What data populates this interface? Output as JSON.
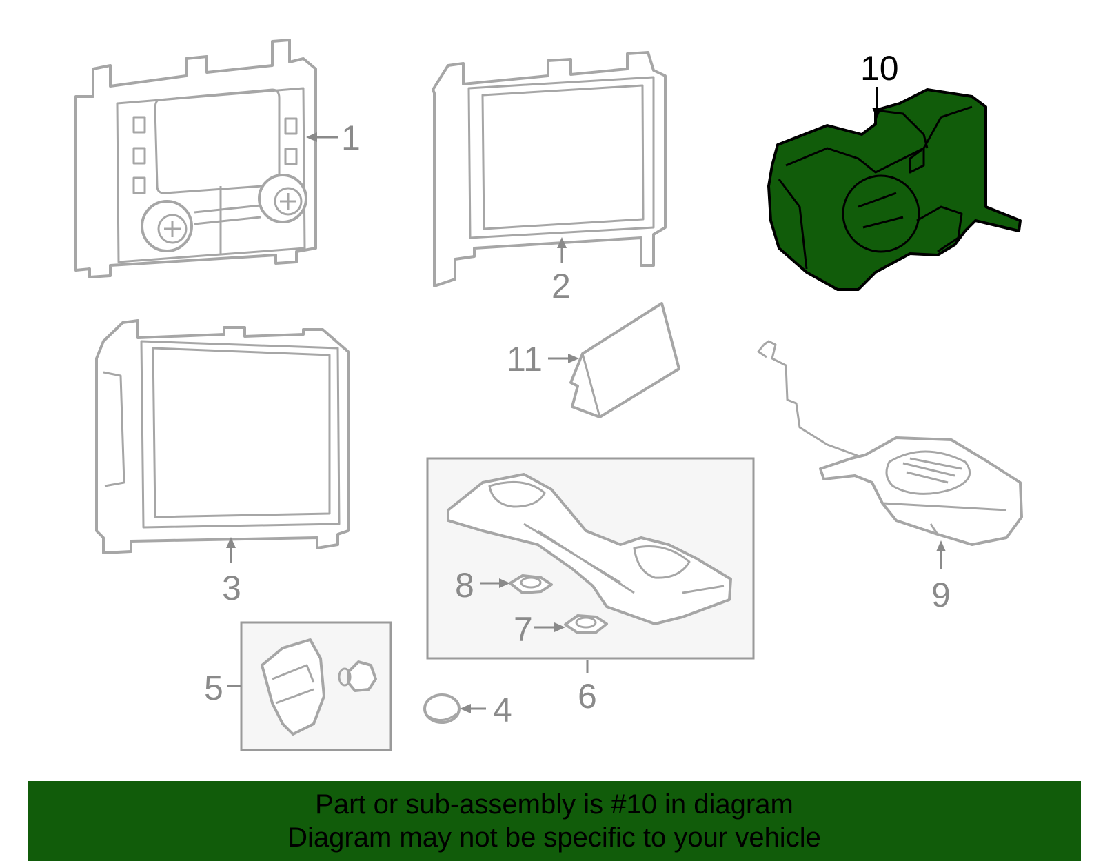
{
  "diagram": {
    "callouts": [
      {
        "id": "1",
        "label": "1"
      },
      {
        "id": "2",
        "label": "2"
      },
      {
        "id": "3",
        "label": "3"
      },
      {
        "id": "4",
        "label": "4"
      },
      {
        "id": "5",
        "label": "5"
      },
      {
        "id": "6",
        "label": "6"
      },
      {
        "id": "7",
        "label": "7"
      },
      {
        "id": "8",
        "label": "8"
      },
      {
        "id": "9",
        "label": "9"
      },
      {
        "id": "10",
        "label": "10"
      },
      {
        "id": "11",
        "label": "11"
      }
    ],
    "highlighted_part": "10",
    "highlight_color": "#115c0a",
    "outline_color": "#a6a6a6"
  },
  "banner": {
    "line1": "Part or sub-assembly is #10 in diagram",
    "line2": "Diagram may not be specific to your vehicle",
    "background": "#115c0a"
  }
}
